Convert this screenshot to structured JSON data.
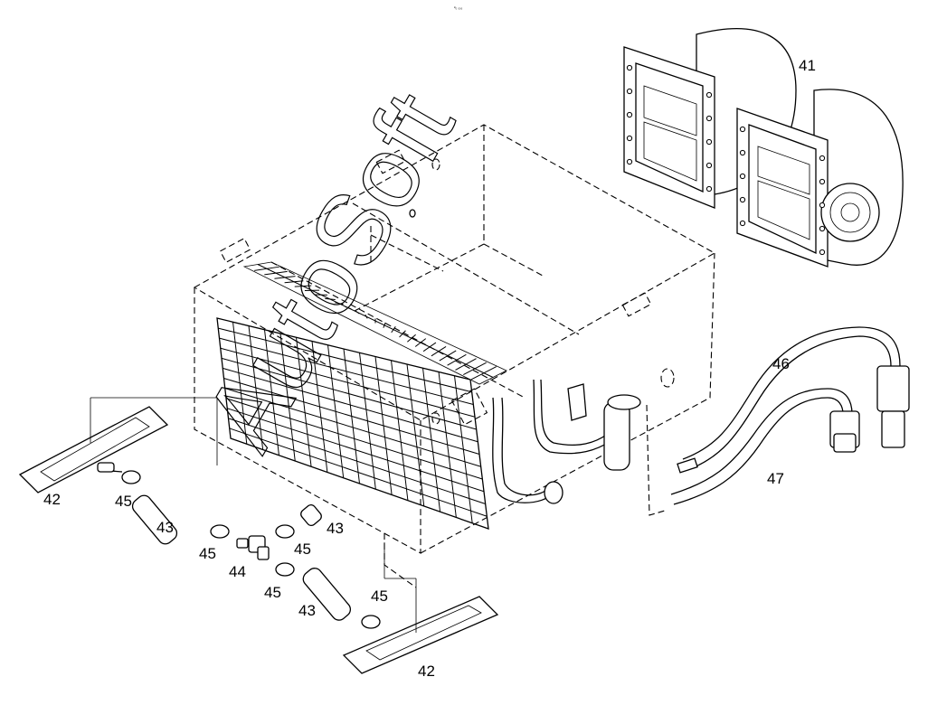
{
  "corner_mark": "ª₀ ₀₀₀",
  "watermark": "AutoSoft",
  "callouts": {
    "c41": "41",
    "c42a": "42",
    "c42b": "42",
    "c43a": "43",
    "c43b": "43",
    "c43c": "43",
    "c44": "44",
    "c45a": "45",
    "c45b": "45",
    "c45c": "45",
    "c45d": "45",
    "c45e": "45",
    "c46": "46",
    "c47": "47"
  }
}
